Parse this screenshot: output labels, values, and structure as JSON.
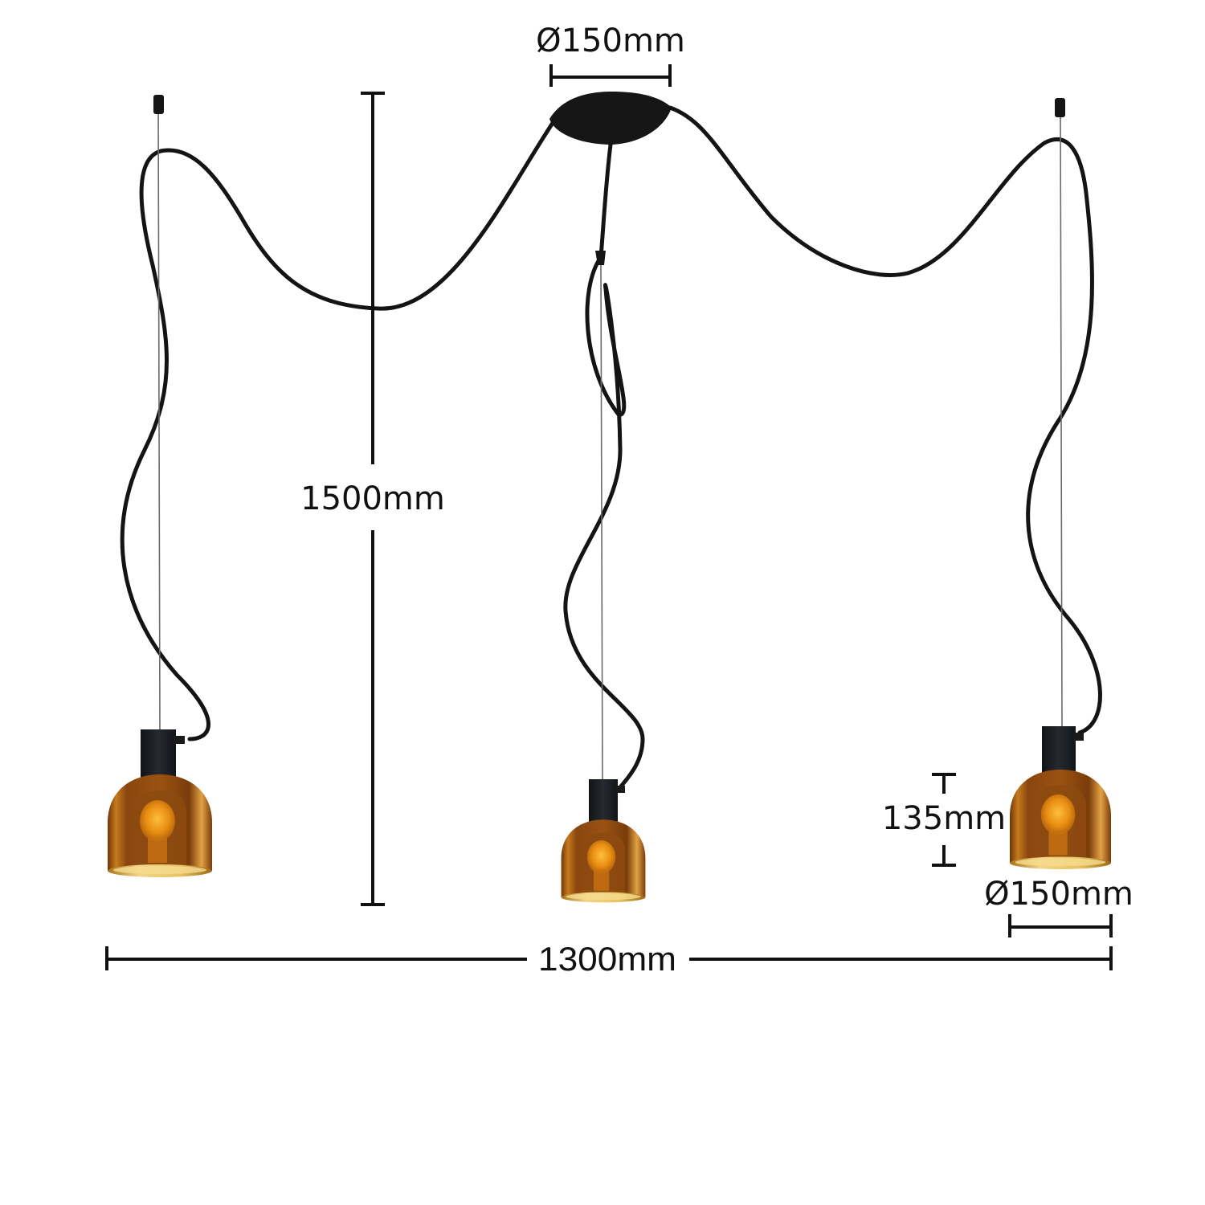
{
  "product": {
    "type": "3-light pendant lamp",
    "shade_count": 3,
    "colors": {
      "cable": "#141414",
      "canopy": "#161616",
      "socket": "#1c1f24",
      "glass_amber_dark": "#7a3e0c",
      "glass_amber_mid": "#b5650f",
      "glass_amber_light": "#e0a040",
      "bulb_glow": "#f2a21a",
      "inner_rim": "#e8c46a"
    }
  },
  "dimensions": {
    "canopy_diameter": {
      "label": "Ø150mm",
      "value_mm": 150
    },
    "total_height": {
      "label": "1500mm",
      "value_mm": 1500
    },
    "total_width": {
      "label": "1300mm",
      "value_mm": 1300
    },
    "shade_height": {
      "label": "135mm",
      "value_mm": 135
    },
    "shade_diameter": {
      "label": "Ø150mm",
      "value_mm": 150
    }
  }
}
